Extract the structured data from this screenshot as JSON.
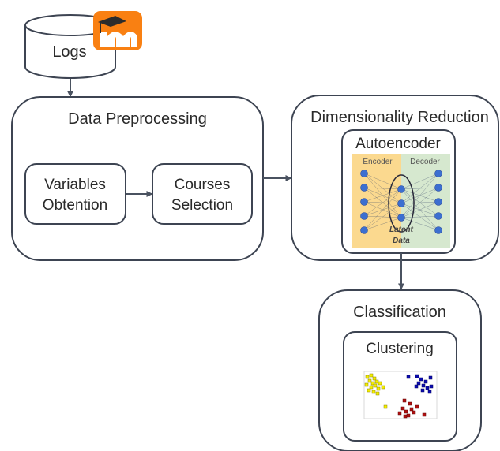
{
  "logs": {
    "label": "Logs",
    "logo_icon": "moodle-logo-icon",
    "logo_color": "#f98012"
  },
  "preprocessing": {
    "title": "Data Preprocessing",
    "step1": {
      "line1": "Variables",
      "line2": "Obtention"
    },
    "step2": {
      "line1": "Courses",
      "line2": "Selection"
    }
  },
  "reduction": {
    "title": "Dimensionality Reduction",
    "autoencoder": {
      "title": "Autoencoder",
      "encoder_label": "Encoder",
      "decoder_label": "Decoder",
      "latent_label": {
        "line1": "Latent",
        "line2": "Data"
      },
      "encoder_color": "#fbd98f",
      "decoder_color": "#d6e8cf",
      "node_color": "#3c6fd0"
    }
  },
  "classification": {
    "title": "Classification",
    "clustering": {
      "title": "Clustering",
      "cluster_colors": [
        "#f4ee00",
        "#0b0bb0",
        "#b01010"
      ]
    }
  },
  "colors": {
    "border": "#3d4452",
    "arrow": "#4a5260"
  }
}
